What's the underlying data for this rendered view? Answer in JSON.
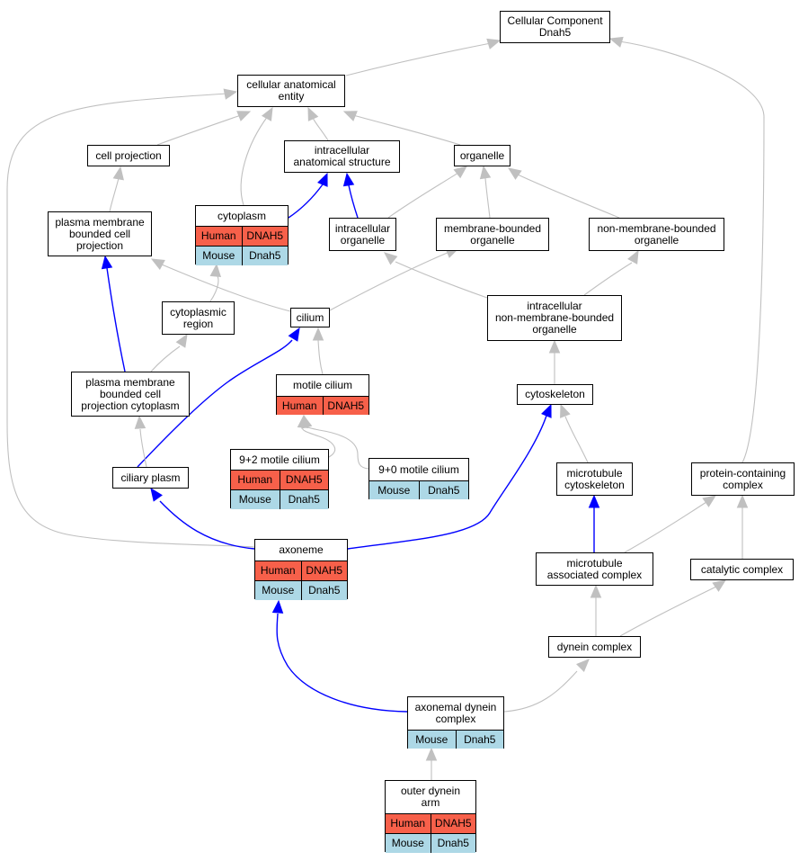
{
  "colors": {
    "edge_default": "#c0c0c0",
    "edge_highlight": "#0000ff",
    "human_row": "#f7604a",
    "mouse_row": "#add8e6",
    "node_border": "#000000"
  },
  "nodes": {
    "root": {
      "label": "Cellular Component\nDnah5"
    },
    "cae": {
      "label": "cellular anatomical\nentity"
    },
    "cellproj": {
      "label": "cell projection"
    },
    "ias": {
      "label": "intracellular\nanatomical structure"
    },
    "organelle": {
      "label": "organelle"
    },
    "pmbcp": {
      "label": "plasma membrane\nbounded cell\nprojection"
    },
    "cytoplasm": {
      "label": "cytoplasm",
      "rows": [
        {
          "species": "Human",
          "gene": "DNAH5"
        },
        {
          "species": "Mouse",
          "gene": "Dnah5"
        }
      ]
    },
    "iorg": {
      "label": "intracellular\norganelle"
    },
    "mbo": {
      "label": "membrane-bounded\norganelle"
    },
    "nmbo": {
      "label": "non-membrane-bounded\norganelle"
    },
    "cytoregion": {
      "label": "cytoplasmic\nregion"
    },
    "cilium": {
      "label": "cilium"
    },
    "inmbo": {
      "label": "intracellular\nnon-membrane-bounded\norganelle"
    },
    "pmbcpc": {
      "label": "plasma membrane\nbounded cell\nprojection cytoplasm"
    },
    "motile": {
      "label": "motile cilium",
      "rows": [
        {
          "species": "Human",
          "gene": "DNAH5"
        }
      ]
    },
    "cytoskeleton": {
      "label": "cytoskeleton"
    },
    "m92": {
      "label": "9+2 motile cilium",
      "rows": [
        {
          "species": "Human",
          "gene": "DNAH5"
        },
        {
          "species": "Mouse",
          "gene": "Dnah5"
        }
      ]
    },
    "m90": {
      "label": "9+0 motile cilium",
      "rows": [
        {
          "species": "Mouse",
          "gene": "Dnah5"
        }
      ]
    },
    "ciliaryplasm": {
      "label": "ciliary plasm"
    },
    "mtcyto": {
      "label": "microtubule\ncytoskeleton"
    },
    "pcc": {
      "label": "protein-containing\ncomplex"
    },
    "axoneme": {
      "label": "axoneme",
      "rows": [
        {
          "species": "Human",
          "gene": "DNAH5"
        },
        {
          "species": "Mouse",
          "gene": "Dnah5"
        }
      ]
    },
    "mac": {
      "label": "microtubule\nassociated complex"
    },
    "catalytic": {
      "label": "catalytic complex"
    },
    "dynein": {
      "label": "dynein complex"
    },
    "adc": {
      "label": "axonemal dynein\ncomplex",
      "rows": [
        {
          "species": "Mouse",
          "gene": "Dnah5"
        }
      ]
    },
    "oda": {
      "label": "outer dynein\narm",
      "rows": [
        {
          "species": "Human",
          "gene": "DNAH5"
        },
        {
          "species": "Mouse",
          "gene": "Dnah5"
        }
      ]
    }
  },
  "edges": [
    {
      "from": "cae",
      "to": "root",
      "style": "default"
    },
    {
      "from": "pcc",
      "to": "root",
      "style": "default"
    },
    {
      "from": "cellproj",
      "to": "cae",
      "style": "default"
    },
    {
      "from": "ias",
      "to": "cae",
      "style": "default"
    },
    {
      "from": "organelle",
      "to": "cae",
      "style": "default"
    },
    {
      "from": "cytoplasm",
      "to": "cae",
      "style": "default"
    },
    {
      "from": "axoneme",
      "to": "cae",
      "style": "default"
    },
    {
      "from": "pmbcp",
      "to": "cellproj",
      "style": "default"
    },
    {
      "from": "cytoplasm",
      "to": "ias",
      "style": "highlight"
    },
    {
      "from": "iorg",
      "to": "ias",
      "style": "highlight"
    },
    {
      "from": "iorg",
      "to": "organelle",
      "style": "default"
    },
    {
      "from": "mbo",
      "to": "organelle",
      "style": "default"
    },
    {
      "from": "nmbo",
      "to": "organelle",
      "style": "default"
    },
    {
      "from": "cilium",
      "to": "pmbcp",
      "style": "default"
    },
    {
      "from": "cilium",
      "to": "mbo",
      "style": "default"
    },
    {
      "from": "inmbo",
      "to": "iorg",
      "style": "default"
    },
    {
      "from": "inmbo",
      "to": "nmbo",
      "style": "default"
    },
    {
      "from": "cytoregion",
      "to": "cytoplasm",
      "style": "default"
    },
    {
      "from": "pmbcpc",
      "to": "cytoregion",
      "style": "default"
    },
    {
      "from": "pmbcpc",
      "to": "pmbcp",
      "style": "highlight"
    },
    {
      "from": "motile",
      "to": "cilium",
      "style": "default"
    },
    {
      "from": "ciliaryplasm",
      "to": "cilium",
      "style": "highlight"
    },
    {
      "from": "cytoskeleton",
      "to": "inmbo",
      "style": "default"
    },
    {
      "from": "m92",
      "to": "motile",
      "style": "default"
    },
    {
      "from": "m90",
      "to": "motile",
      "style": "default"
    },
    {
      "from": "ciliaryplasm",
      "to": "pmbcpc",
      "style": "default"
    },
    {
      "from": "mtcyto",
      "to": "cytoskeleton",
      "style": "default"
    },
    {
      "from": "axoneme",
      "to": "ciliaryplasm",
      "style": "highlight"
    },
    {
      "from": "axoneme",
      "to": "cytoskeleton",
      "style": "highlight"
    },
    {
      "from": "mac",
      "to": "mtcyto",
      "style": "highlight"
    },
    {
      "from": "mac",
      "to": "pcc",
      "style": "default"
    },
    {
      "from": "catalytic",
      "to": "pcc",
      "style": "default"
    },
    {
      "from": "dynein",
      "to": "mac",
      "style": "default"
    },
    {
      "from": "dynein",
      "to": "catalytic",
      "style": "default"
    },
    {
      "from": "adc",
      "to": "axoneme",
      "style": "highlight"
    },
    {
      "from": "adc",
      "to": "dynein",
      "style": "default"
    },
    {
      "from": "oda",
      "to": "adc",
      "style": "default"
    }
  ]
}
